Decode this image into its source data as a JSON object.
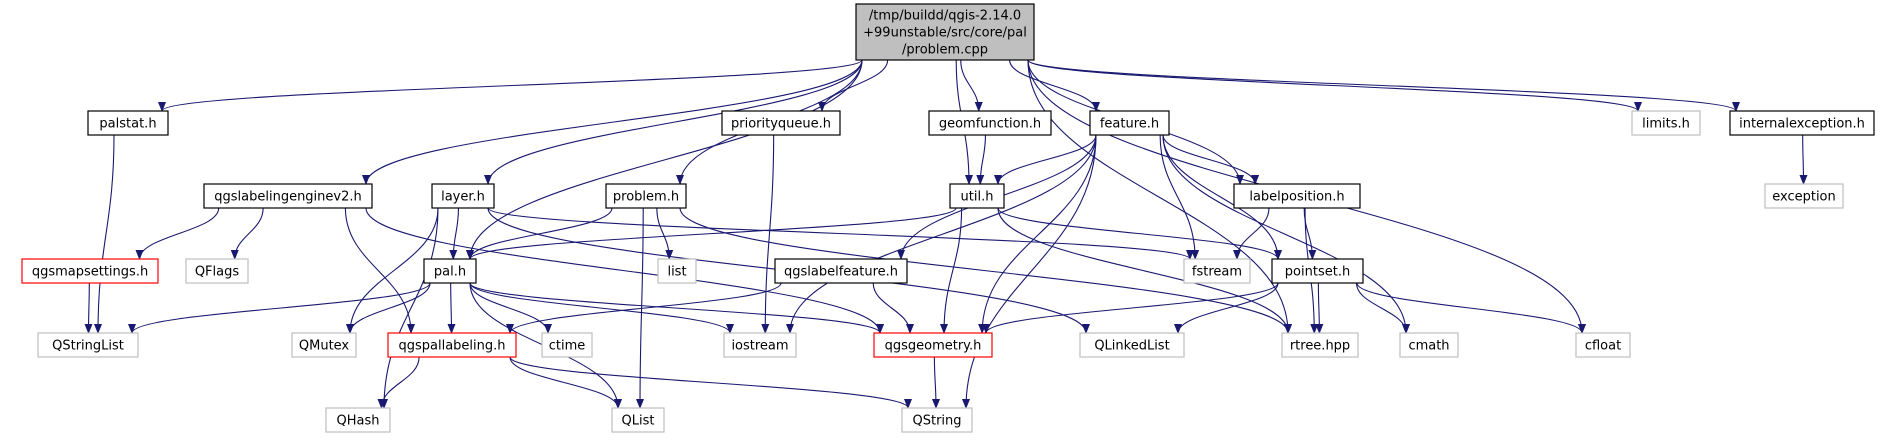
{
  "colors": {
    "edge": "#191970",
    "root_fill": "#bfbfbf",
    "normal_border": "#000000",
    "external_border": "#bfbfbf",
    "incomplete_border": "#ff0000",
    "node_fill": "#ffffff"
  },
  "nodes": [
    {
      "id": "root",
      "lines": [
        "/tmp/buildd/qgis-2.14.0",
        "+99unstable/src/core/pal",
        "/problem.cpp"
      ],
      "kind": "root"
    },
    {
      "id": "palstat",
      "lines": [
        "palstat.h"
      ],
      "kind": "normal"
    },
    {
      "id": "qgslabelingenginev2",
      "lines": [
        "qgslabelingenginev2.h"
      ],
      "kind": "normal"
    },
    {
      "id": "layer",
      "lines": [
        "layer.h"
      ],
      "kind": "normal"
    },
    {
      "id": "problem_h",
      "lines": [
        "problem.h"
      ],
      "kind": "normal"
    },
    {
      "id": "priorityqueue",
      "lines": [
        "priorityqueue.h"
      ],
      "kind": "normal"
    },
    {
      "id": "geomfunction",
      "lines": [
        "geomfunction.h"
      ],
      "kind": "normal"
    },
    {
      "id": "feature",
      "lines": [
        "feature.h"
      ],
      "kind": "normal"
    },
    {
      "id": "util",
      "lines": [
        "util.h"
      ],
      "kind": "normal"
    },
    {
      "id": "labelposition",
      "lines": [
        "labelposition.h"
      ],
      "kind": "normal"
    },
    {
      "id": "limits",
      "lines": [
        "limits.h"
      ],
      "kind": "external"
    },
    {
      "id": "internalexception",
      "lines": [
        "internalexception.h"
      ],
      "kind": "normal"
    },
    {
      "id": "exception",
      "lines": [
        "exception"
      ],
      "kind": "external"
    },
    {
      "id": "qgsmapsettings",
      "lines": [
        "qgsmapsettings.h"
      ],
      "kind": "incomplete"
    },
    {
      "id": "qflags",
      "lines": [
        "QFlags"
      ],
      "kind": "external"
    },
    {
      "id": "pal",
      "lines": [
        "pal.h"
      ],
      "kind": "normal"
    },
    {
      "id": "list",
      "lines": [
        "list"
      ],
      "kind": "external"
    },
    {
      "id": "qgslabelfeature",
      "lines": [
        "qgslabelfeature.h"
      ],
      "kind": "normal"
    },
    {
      "id": "fstream",
      "lines": [
        "fstream"
      ],
      "kind": "external"
    },
    {
      "id": "pointset",
      "lines": [
        "pointset.h"
      ],
      "kind": "normal"
    },
    {
      "id": "qstringlist",
      "lines": [
        "QStringList"
      ],
      "kind": "external"
    },
    {
      "id": "qmutex",
      "lines": [
        "QMutex"
      ],
      "kind": "external"
    },
    {
      "id": "qgspallabeling",
      "lines": [
        "qgspallabeling.h"
      ],
      "kind": "incomplete"
    },
    {
      "id": "ctime",
      "lines": [
        "ctime"
      ],
      "kind": "external"
    },
    {
      "id": "iostream",
      "lines": [
        "iostream"
      ],
      "kind": "external"
    },
    {
      "id": "qgsgeometry",
      "lines": [
        "qgsgeometry.h"
      ],
      "kind": "incomplete"
    },
    {
      "id": "qlinkedlist",
      "lines": [
        "QLinkedList"
      ],
      "kind": "external"
    },
    {
      "id": "rtree",
      "lines": [
        "rtree.hpp"
      ],
      "kind": "external"
    },
    {
      "id": "cmath",
      "lines": [
        "cmath"
      ],
      "kind": "external"
    },
    {
      "id": "cfloat",
      "lines": [
        "cfloat"
      ],
      "kind": "external"
    },
    {
      "id": "qhash",
      "lines": [
        "QHash"
      ],
      "kind": "external"
    },
    {
      "id": "qlist",
      "lines": [
        "QList"
      ],
      "kind": "external"
    },
    {
      "id": "qstring",
      "lines": [
        "QString"
      ],
      "kind": "external"
    }
  ],
  "edges": [
    [
      "root",
      "palstat"
    ],
    [
      "root",
      "qgslabelingenginev2"
    ],
    [
      "root",
      "layer"
    ],
    [
      "root",
      "pal"
    ],
    [
      "root",
      "problem_h"
    ],
    [
      "root",
      "priorityqueue"
    ],
    [
      "root",
      "geomfunction"
    ],
    [
      "root",
      "util"
    ],
    [
      "root",
      "feature"
    ],
    [
      "root",
      "labelposition"
    ],
    [
      "root",
      "rtree"
    ],
    [
      "root",
      "cfloat"
    ],
    [
      "root",
      "limits"
    ],
    [
      "root",
      "internalexception"
    ],
    [
      "palstat",
      "qstringlist"
    ],
    [
      "qgslabelingenginev2",
      "qgsmapsettings"
    ],
    [
      "qgslabelingenginev2",
      "qflags"
    ],
    [
      "qgslabelingenginev2",
      "qgspallabeling"
    ],
    [
      "qgslabelingenginev2",
      "qgsgeometry"
    ],
    [
      "layer",
      "pal"
    ],
    [
      "layer",
      "qmutex"
    ],
    [
      "layer",
      "qhash"
    ],
    [
      "layer",
      "fstream"
    ],
    [
      "layer",
      "qlinkedlist"
    ],
    [
      "problem_h",
      "pal"
    ],
    [
      "problem_h",
      "list"
    ],
    [
      "problem_h",
      "qlist"
    ],
    [
      "problem_h",
      "rtree"
    ],
    [
      "priorityqueue",
      "iostream"
    ],
    [
      "geomfunction",
      "util"
    ],
    [
      "feature",
      "util"
    ],
    [
      "feature",
      "labelposition"
    ],
    [
      "feature",
      "qgslabelfeature"
    ],
    [
      "feature",
      "fstream"
    ],
    [
      "feature",
      "pointset"
    ],
    [
      "feature",
      "qgsgeometry"
    ],
    [
      "feature",
      "iostream"
    ],
    [
      "feature",
      "cmath"
    ],
    [
      "feature",
      "qstring"
    ],
    [
      "util",
      "pal"
    ],
    [
      "util",
      "pointset"
    ],
    [
      "util",
      "qgsgeometry"
    ],
    [
      "util",
      "rtree"
    ],
    [
      "labelposition",
      "fstream"
    ],
    [
      "labelposition",
      "pointset"
    ],
    [
      "labelposition",
      "rtree"
    ],
    [
      "internalexception",
      "exception"
    ],
    [
      "qgsmapsettings",
      "qstringlist"
    ],
    [
      "pal",
      "qstringlist"
    ],
    [
      "pal",
      "qmutex"
    ],
    [
      "pal",
      "qgspallabeling"
    ],
    [
      "pal",
      "ctime"
    ],
    [
      "pal",
      "iostream"
    ],
    [
      "pal",
      "qlist"
    ],
    [
      "pal",
      "qgsgeometry"
    ],
    [
      "qgslabelfeature",
      "qgspallabeling"
    ],
    [
      "qgslabelfeature",
      "qgsgeometry"
    ],
    [
      "pointset",
      "qgsgeometry"
    ],
    [
      "pointset",
      "qlinkedlist"
    ],
    [
      "pointset",
      "rtree"
    ],
    [
      "pointset",
      "cmath"
    ],
    [
      "pointset",
      "cfloat"
    ],
    [
      "qgsgeometry",
      "qstring"
    ],
    [
      "qgspallabeling",
      "qhash"
    ],
    [
      "qgspallabeling",
      "qlist"
    ],
    [
      "qgspallabeling",
      "qstring"
    ]
  ]
}
